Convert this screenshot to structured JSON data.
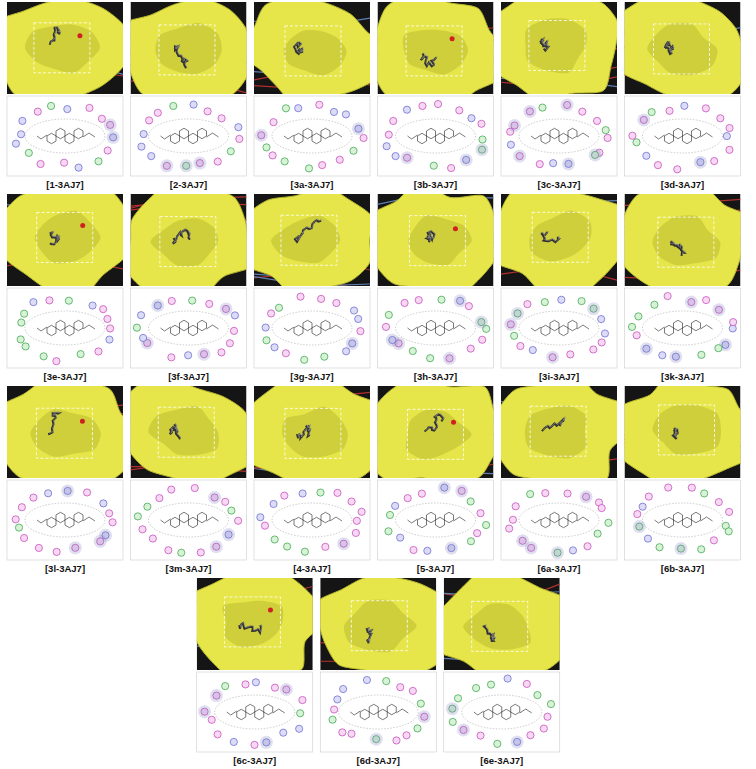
{
  "diagram": {
    "labels": [
      "[1-3AJ7]",
      "[2-3AJ7]",
      "[3a-3AJ7]",
      "[3b-3AJ7]",
      "[3c-3AJ7]",
      "[3d-3AJ7]",
      "[3e-3AJ7]",
      "[3f-3AJ7]",
      "[3g-3AJ7]",
      "[3h-3AJ7]",
      "[3i-3AJ7]",
      "[3k-3AJ7]",
      "[3l-3AJ7]",
      "[3m-3AJ7]",
      "[4-3AJ7]",
      "[5-3AJ7]",
      "[6a-3AJ7]",
      "[6b-3AJ7]",
      "[6c-3AJ7]",
      "[6d-3AJ7]",
      "[6e-3AJ7]"
    ]
  }
}
